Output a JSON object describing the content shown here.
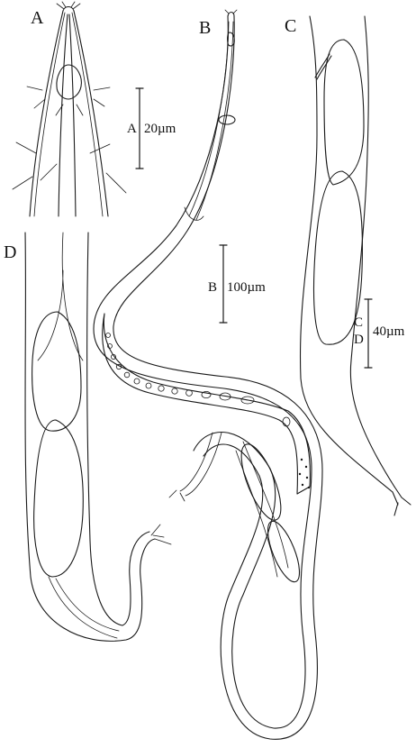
{
  "figure": {
    "panels": {
      "a": {
        "letter": "A"
      },
      "b": {
        "letter": "B"
      },
      "c": {
        "letter": "C"
      },
      "d": {
        "letter": "D"
      }
    },
    "scale_bars": {
      "a": {
        "panel": "A",
        "value": "20µm"
      },
      "b": {
        "panel": "B",
        "value": "100µm"
      },
      "cd": {
        "panel_top": "C",
        "panel_bottom": "D",
        "value": "40µm"
      }
    }
  },
  "colors": {
    "line": "#1a1a1a",
    "background": "#ffffff"
  }
}
